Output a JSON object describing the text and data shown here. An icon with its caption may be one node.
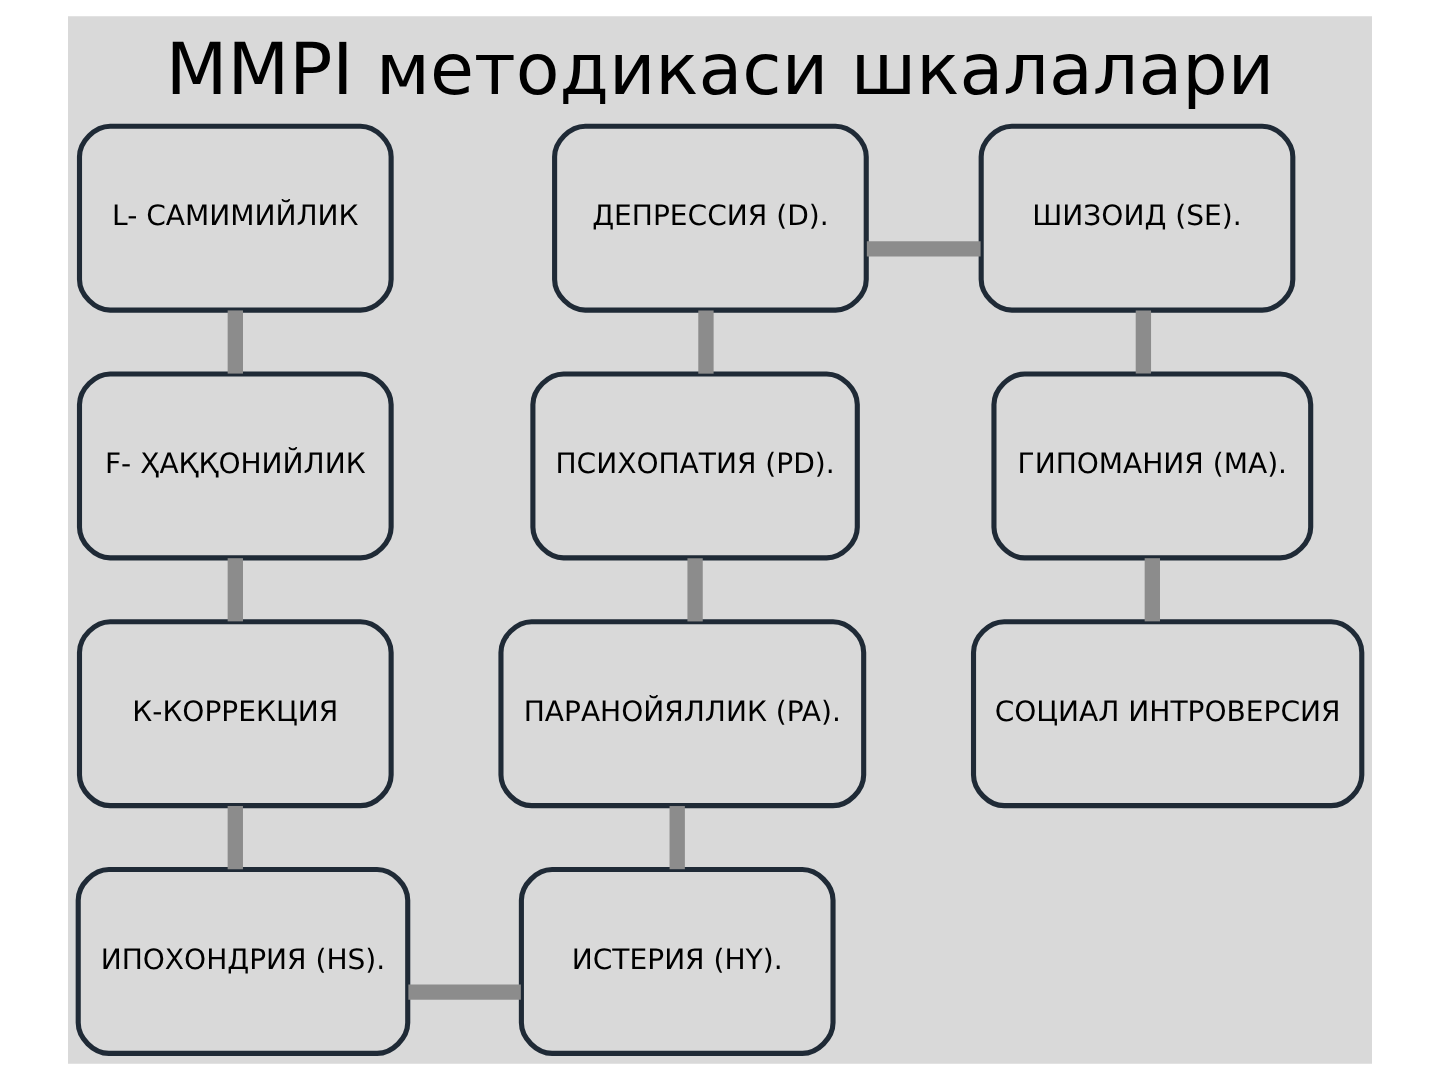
{
  "diagram": {
    "title": "MMPI методикаси шкалалари",
    "nodes": [
      {
        "text": [
          "L- САМИМИЙЛИК"
        ]
      },
      {
        "text": [
          "F- ҲАҚҚОНИЙЛИК"
        ]
      },
      {
        "text": [
          "К-КОРРЕКЦИЯ"
        ]
      },
      {
        "text": [
          "ИПОХОНДРИЯ (HS)."
        ]
      },
      {
        "text": [
          "ДЕПРЕССИЯ (D)."
        ]
      },
      {
        "text": [
          "ПСИХОПАТИЯ (PD)."
        ]
      },
      {
        "text": [
          "ПАРАНОЙЯЛЛИК (PA)."
        ]
      },
      {
        "text": [
          "ИСТЕРИЯ (HY)."
        ]
      },
      {
        "text": [
          "ШИЗОИД (SE)."
        ]
      },
      {
        "text": [
          "ГИПОМАНИЯ (MA)."
        ]
      },
      {
        "text": [
          "СОЦИАЛ ИНТРОВЕРСИЯ"
        ]
      }
    ],
    "edges": [
      {
        "from": 0,
        "to": 1,
        "arrow": "none"
      },
      {
        "from": 1,
        "to": 2,
        "arrow": "none"
      },
      {
        "from": 2,
        "to": 3,
        "arrow": "none"
      },
      {
        "from": 3,
        "to": 7,
        "arrow": "none"
      },
      {
        "from": 7,
        "to": 6,
        "arrow": "none"
      },
      {
        "from": 6,
        "to": 5,
        "arrow": "none"
      },
      {
        "from": 5,
        "to": 4,
        "arrow": "none"
      },
      {
        "from": 4,
        "to": 8,
        "arrow": "none"
      },
      {
        "from": 8,
        "to": 9,
        "arrow": "none"
      },
      {
        "from": 9,
        "to": 10,
        "arrow": "none"
      }
    ]
  }
}
